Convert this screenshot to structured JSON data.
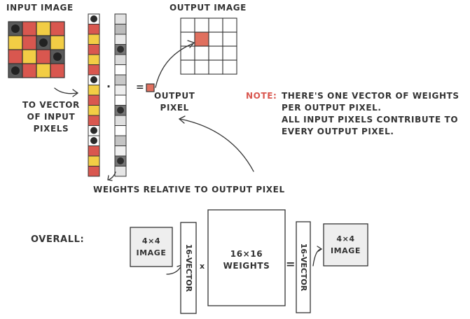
{
  "labels": {
    "input_image": "INPUT IMAGE",
    "output_image": "OUTPUT IMAGE",
    "to_vector": "TO VECTOR\nOF INPUT\nPIXELS",
    "output_pixel": "OUTPUT\nPIXEL",
    "weights_relative": "WEIGHTS RELATIVE TO OUTPUT PIXEL",
    "note_label": "NOTE:",
    "note_text": "THERE'S ONE VECTOR OF WEIGHTS\nPER OUTPUT PIXEL.\nALL INPUT PIXELS CONTRIBUTE TO\nEVERY OUTPUT PIXEL.",
    "overall": "OVERALL:",
    "dot_op": "·",
    "equals_op": "=",
    "times_op": "x",
    "equals_op2": "="
  },
  "overall": {
    "input_box": "4×4\nIMAGE",
    "vector_in": "16-VECTOR",
    "weights_box": "16×16\nWEIGHTS",
    "vector_out": "16-VECTOR",
    "output_box": "4×4\nIMAGE"
  },
  "colors": {
    "stroke": "#333333",
    "red": "#d9574f",
    "yellow": "#f2cd45",
    "dark": "#3a3a3a",
    "gray": "#9a9a9a",
    "light_fill": "#eeeeee",
    "note_red": "#d9574f"
  },
  "input_grid": [
    [
      "dark",
      "red",
      "yellow",
      "red"
    ],
    [
      "yellow",
      "red",
      "dark",
      "yellow"
    ],
    [
      "red",
      "yellow",
      "red",
      "dark"
    ],
    [
      "dark",
      "red",
      "yellow",
      "red"
    ]
  ]
}
